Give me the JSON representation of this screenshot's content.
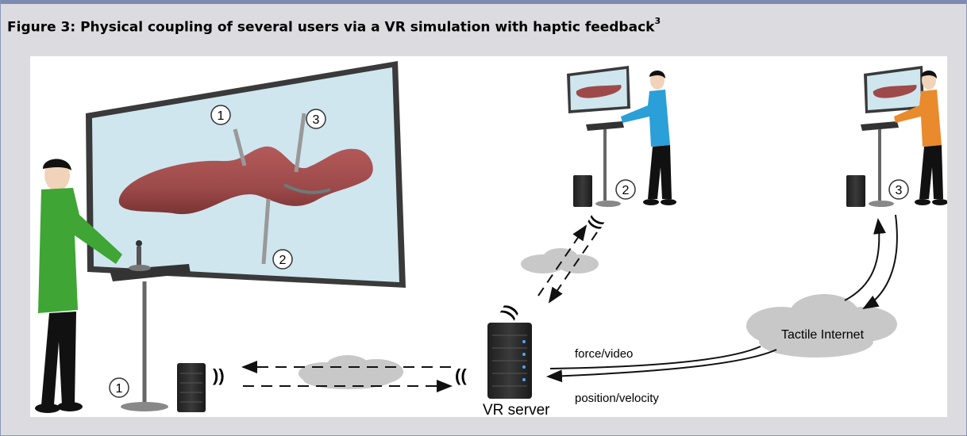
{
  "caption": {
    "text": "Figure 3: Physical coupling of several users via a VR simulation with haptic feedback",
    "footnote": "3"
  },
  "diagram": {
    "tool_markers": [
      "1",
      "3",
      "2"
    ],
    "station_markers": [
      "1",
      "2",
      "3"
    ],
    "server_label": "VR server",
    "cloud_label": "Tactile Internet",
    "link_label_top": "force/video",
    "link_label_bottom": "position/velocity",
    "colors": {
      "organ": "#9e4a4a",
      "screen": "#cfe6ef",
      "user1_shirt": "#3fa535",
      "user2_shirt": "#2b9fd8",
      "user3_shirt": "#e98a2c",
      "frame_border": "#7d8bb2",
      "background": "#dcdce0"
    }
  }
}
